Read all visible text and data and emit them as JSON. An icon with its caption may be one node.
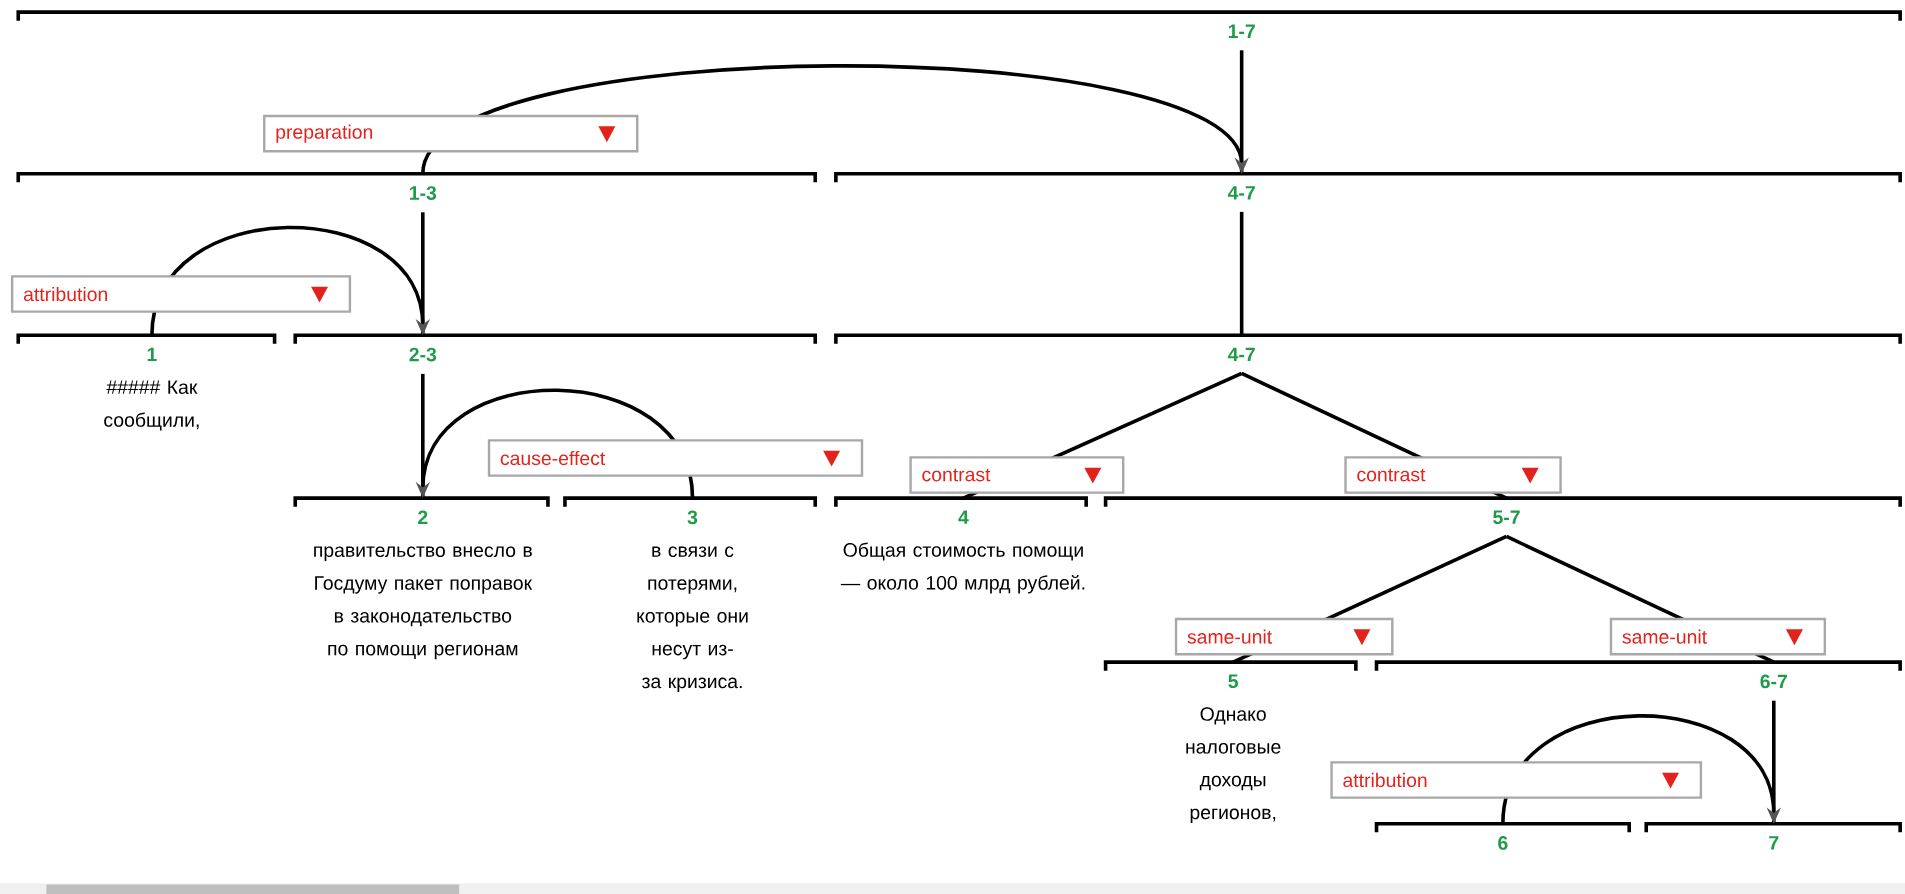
{
  "diagram": {
    "nodes": [
      {
        "text": [
          "1-7"
        ]
      },
      {
        "text": [
          "1-3"
        ]
      },
      {
        "text": [
          "4-7"
        ]
      },
      {
        "text": [
          "1",
          "##### Как сообщили,"
        ]
      },
      {
        "text": [
          "2-3"
        ]
      },
      {
        "text": [
          "4-7"
        ]
      },
      {
        "text": [
          "2",
          "правительство внесло в Госдуму пакет поправок в законодательство по помощи регионам"
        ]
      },
      {
        "text": [
          "3",
          "в связи с потерями, которые они несут из-за кризиса."
        ]
      },
      {
        "text": [
          "4",
          "Общая стоимость помощи — около 100 млрд рублей."
        ]
      },
      {
        "text": [
          "5-7"
        ]
      },
      {
        "text": [
          "5",
          "Однако налоговые доходы регионов,"
        ]
      },
      {
        "text": [
          "6-7"
        ]
      },
      {
        "text": [
          "6"
        ]
      },
      {
        "text": [
          "7"
        ]
      }
    ],
    "edges": [
      {
        "from": 0,
        "to": 2,
        "arrow": "none"
      },
      {
        "from": 1,
        "to": 2,
        "arrow": "to",
        "label": "preparation"
      },
      {
        "from": 2,
        "to": 5,
        "arrow": "none"
      },
      {
        "from": 1,
        "to": 4,
        "arrow": "none"
      },
      {
        "from": 3,
        "to": 4,
        "arrow": "to",
        "label": "attribution"
      },
      {
        "from": 4,
        "to": 6,
        "arrow": "none"
      },
      {
        "from": 7,
        "to": 6,
        "arrow": "to",
        "label": "cause-effect"
      },
      {
        "from": 5,
        "to": 8,
        "arrow": "none",
        "label": "contrast"
      },
      {
        "from": 5,
        "to": 9,
        "arrow": "none",
        "label": "contrast"
      },
      {
        "from": 9,
        "to": 10,
        "arrow": "none",
        "label": "same-unit"
      },
      {
        "from": 9,
        "to": 11,
        "arrow": "none",
        "label": "same-unit"
      },
      {
        "from": 11,
        "to": 13,
        "arrow": "none"
      },
      {
        "from": 12,
        "to": 13,
        "arrow": "to",
        "label": "attribution"
      }
    ]
  }
}
